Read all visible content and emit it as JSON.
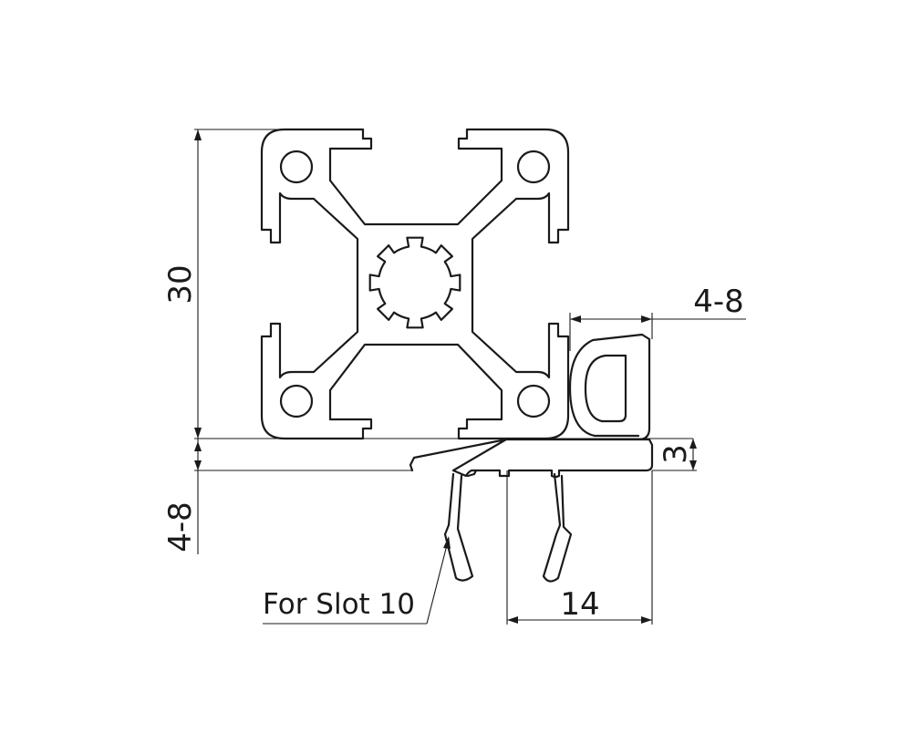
{
  "dimensions": {
    "profile_height": "30",
    "seal_width": "4-8",
    "lip_thickness": "3",
    "insert_depth": "4-8",
    "insert_width": "14"
  },
  "annotations": {
    "slot_note": "For Slot 10"
  },
  "colors": {
    "line": "#1a1a1a",
    "background": "#ffffff"
  }
}
